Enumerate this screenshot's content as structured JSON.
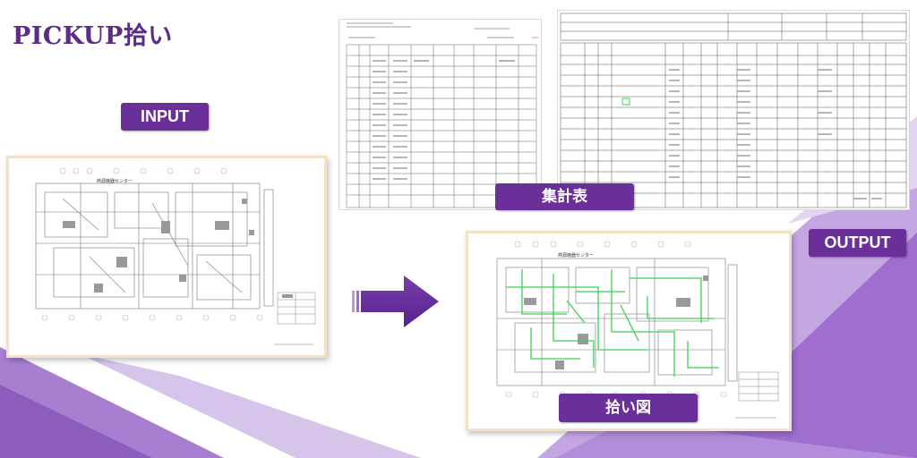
{
  "title": "PICKUP拾い",
  "labels": {
    "input": "INPUT",
    "output": "OUTPUT",
    "summary_table": "集計表",
    "pickup_drawing": "拾い図"
  },
  "drawing_in": {
    "header_text": "熱源機器センター"
  },
  "drawing_out": {
    "header_text": "熱源機器センター"
  },
  "colors": {
    "accent_purple": "#6b2f99",
    "title_purple": "#5b2d86",
    "highlight_green": "#39d353",
    "frame_beige": "#f2e2c3"
  },
  "icons": {
    "arrow": "right-arrow-icon"
  }
}
